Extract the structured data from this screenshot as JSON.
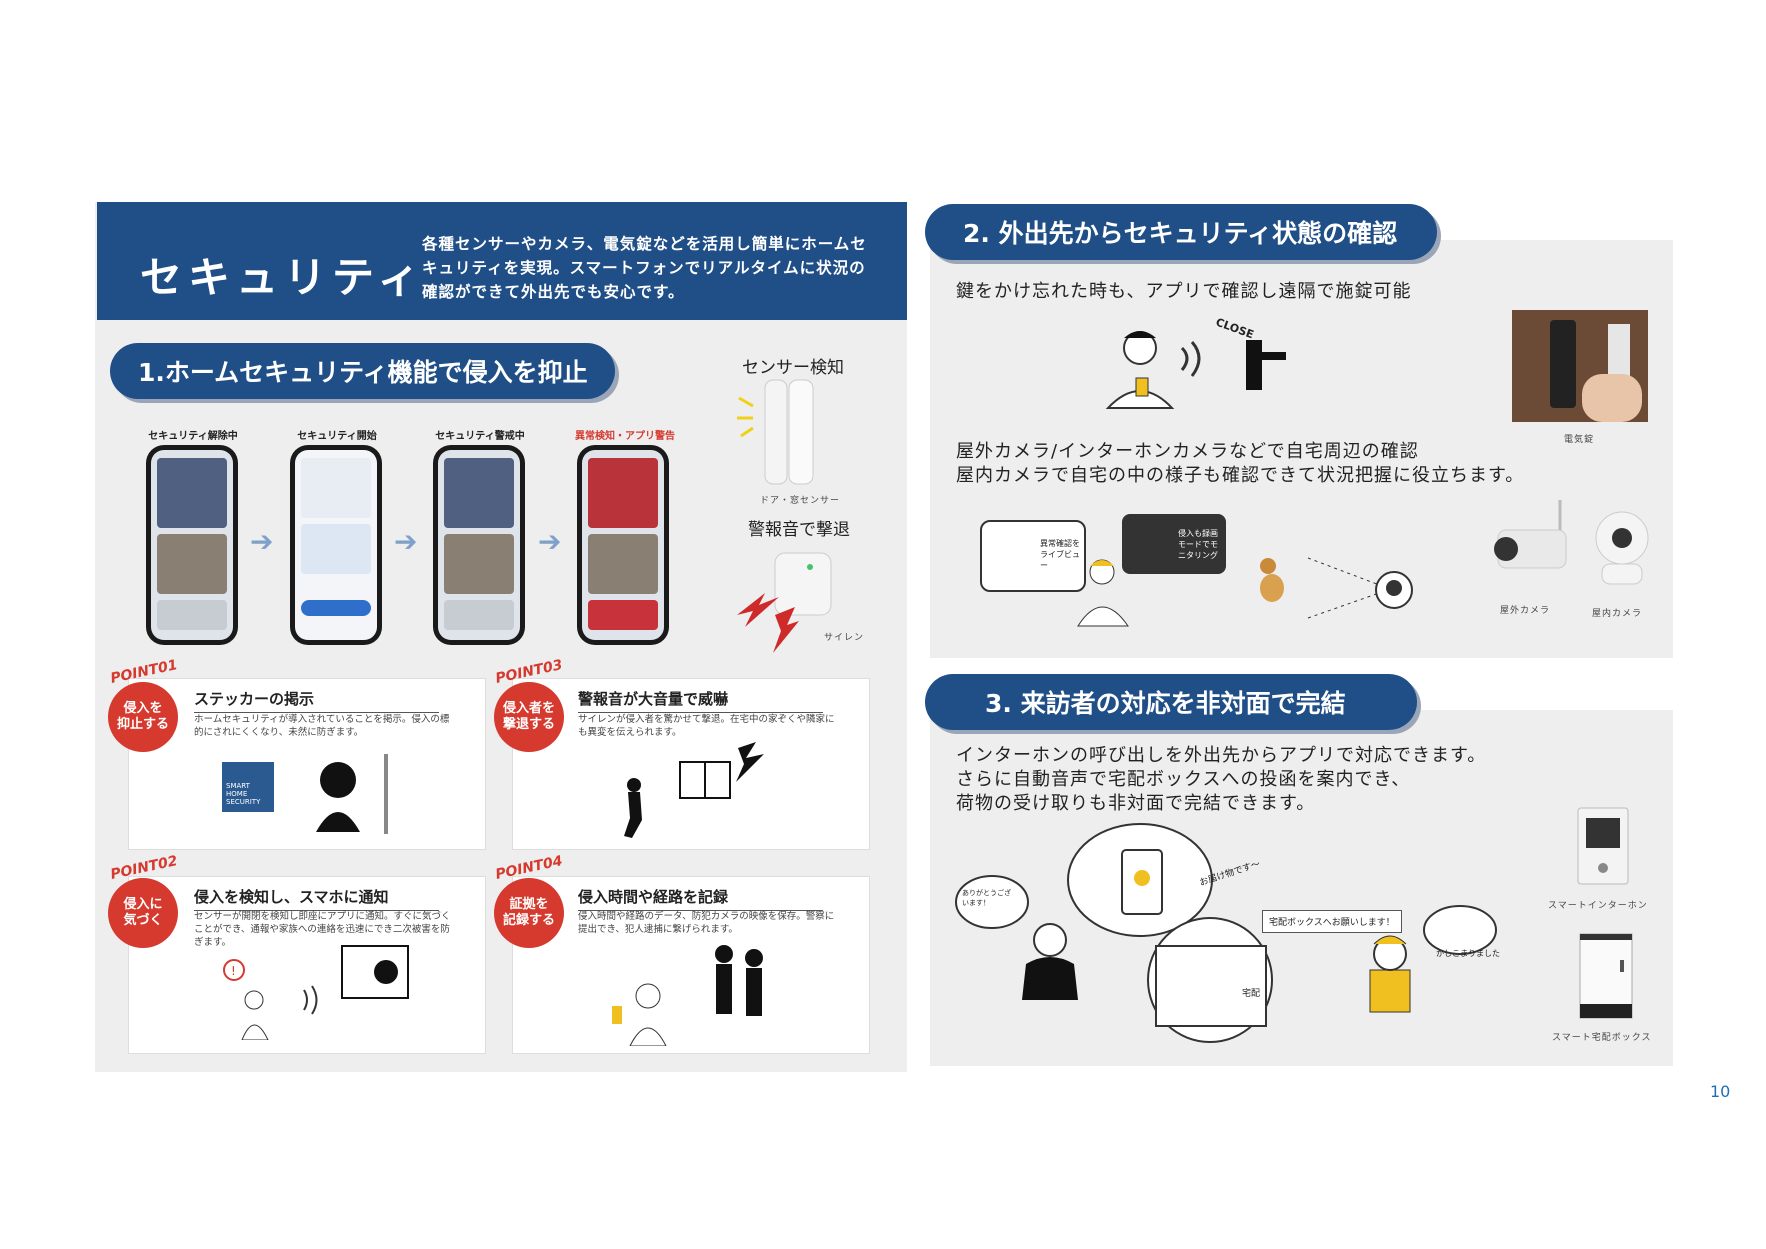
{
  "header": {
    "title": "セキュリティ",
    "description": "各種センサーやカメラ、電気錠などを活用し簡単にホームセキュリティを実現。スマートフォンでリアルタイムに状況の確認ができて外出先でも安心です。"
  },
  "section1": {
    "title": "1.ホームセキュリティ機能で侵入を抑止",
    "phones": [
      {
        "label": "セキュリティ解除中"
      },
      {
        "label": "セキュリティ開始"
      },
      {
        "label": "セキュリティ警戒中"
      },
      {
        "label": "異常検知・アプリ警告"
      }
    ],
    "sensor_heading": "センサー検知",
    "sensor_caption": "ドア・窓センサー",
    "siren_heading": "警報音で撃退",
    "siren_caption": "サイレン",
    "points": [
      {
        "tag": "POINT01",
        "badge": "侵入を\n抑止する",
        "title": "ステッカーの掲示",
        "desc": "ホームセキュリティが導入されていることを掲示。侵入の標的にされにくくなり、未然に防ぎます。",
        "sticker": "SMART HOME SECURITY"
      },
      {
        "tag": "POINT03",
        "badge": "侵入者を\n撃退する",
        "title": "警報音が大音量で威嚇",
        "desc": "サイレンが侵入者を驚かせて撃退。在宅中の家ぞくや隣家にも異変を伝えられます。"
      },
      {
        "tag": "POINT02",
        "badge": "侵入に\n気づく",
        "title": "侵入を検知し、スマホに通知",
        "desc": "センサーが開閉を検知し即座にアプリに通知。すぐに気づくことができ、通報や家族への連絡を迅速にでき二次被害を防ぎます。"
      },
      {
        "tag": "POINT04",
        "badge": "証拠を\n記録する",
        "title": "侵入時間や経路を記録",
        "desc": "侵入時間や経路のデータ、防犯カメラの映像を保存。警察に提出でき、犯人逮捕に繋げられます。"
      }
    ]
  },
  "section2": {
    "title": "2. 外出先からセキュリティ状態の確認",
    "text1": "鍵をかけ忘れた時も、アプリで確認し遠隔で施錠可能",
    "close_label": "CLOSE",
    "lock_caption": "電気錠",
    "text2_line1": "屋外カメラ/インターホンカメラなどで自宅周辺の確認",
    "text2_line2": "屋内カメラで自宅の中の様子も確認できて状況把握に役立ちます。",
    "bubble1": "異常確認をライブビュー",
    "bubble2": "侵入も録画モードでモニタリング",
    "outdoor_caption": "屋外カメラ",
    "indoor_caption": "屋内カメラ"
  },
  "section3": {
    "title": "3. 来訪者の対応を非対面で完結",
    "line1": "インターホンの呼び出しを外出先からアプリで対応できます。",
    "line2": "さらに自動音声で宅配ボックスへの投函を案内でき、",
    "line3": "荷物の受け取りも非対面で完結できます。",
    "bubble_thanks": "ありがとうございます！",
    "bubble_delivery": "お届け物です～",
    "bubble_box": "宅配ボックスへお願いします！",
    "bubble_ok": "かしこまりました",
    "box_label": "宅配",
    "intercom_caption": "スマートインターホン",
    "box_caption": "スマート宅配ボックス"
  },
  "page_number": "10",
  "colors": {
    "navy": "#1f4f86",
    "red": "#d63a2f",
    "panel": "#eeeeee"
  }
}
